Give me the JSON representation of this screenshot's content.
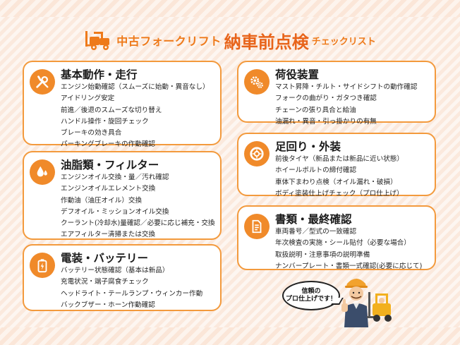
{
  "header": {
    "prefix": "中古フォークリフト",
    "main": "納車前点検",
    "suffix": "チェックリスト",
    "icon": "forklift-icon"
  },
  "colors": {
    "accent": "#f08a2a",
    "border": "#f39a3d",
    "title": "#e8641a"
  },
  "sections": {
    "basic": {
      "title": "基本動作・走行",
      "icon": "wrench-screwdriver-icon",
      "items": [
        "エンジン始動確認（スムーズに始動・異音なし）",
        "アイドリング安定",
        "前進／後退のスムーズな切り替え",
        "ハンドル操作・旋回チェック",
        "ブレーキの効き具合",
        "パーキングブレーキの作動確認"
      ]
    },
    "fluids": {
      "title": "油脂類・フィルター",
      "icon": "oil-drop-icon",
      "items": [
        "エンジンオイル交換・量／汚れ確認",
        "エンジンオイルエレメント交換",
        "作動油（油圧オイル）交換",
        "デフオイル・ミッションオイル交換",
        "クーラント(冷却水)量確認／必要に応じ補充・交換",
        "エアフィルター清掃または交換"
      ]
    },
    "electric": {
      "title": "電装・バッテリー",
      "icon": "battery-icon",
      "items": [
        "バッテリー状態確認（基本は新品）",
        "充電状況・端子腐食チェック",
        "ヘッドライト・テールランプ・ウィンカー作動",
        "バックブザー・ホーン作動確認"
      ]
    },
    "cargo": {
      "title": "荷役装置",
      "icon": "gears-icon",
      "items": [
        "マスト昇降・チルト・サイドシフトの動作確認",
        "フォークの曲がり・ガタつき確認",
        "チェーンの張り具合と給油",
        "油漏れ・異音・引っ掛かりの有無"
      ]
    },
    "chassis": {
      "title": "足回り・外装",
      "icon": "tire-icon",
      "items": [
        "前後タイヤ（新品または新品に近い状態）",
        "ホイールボルトの締付確認",
        "車体下まわり点検（オイル漏れ・破損）",
        "ボディ塗装仕上げチェック（プロ仕上げ）"
      ]
    },
    "documents": {
      "title": "書類・最終確認",
      "icon": "document-icon",
      "items": [
        "車両番号／型式の一致確認",
        "年次検査の実施・シール貼付（必要な場合）",
        "取扱説明・注意事項の説明準備",
        "ナンバープレート・書類一式確認(必要に応じて)"
      ]
    }
  },
  "mascot": {
    "bubble_line1": "信頼の",
    "bubble_line2": "プロ仕上げです！",
    "icons": [
      "mechanic-thumbs-up-icon",
      "forklift-icon"
    ]
  }
}
